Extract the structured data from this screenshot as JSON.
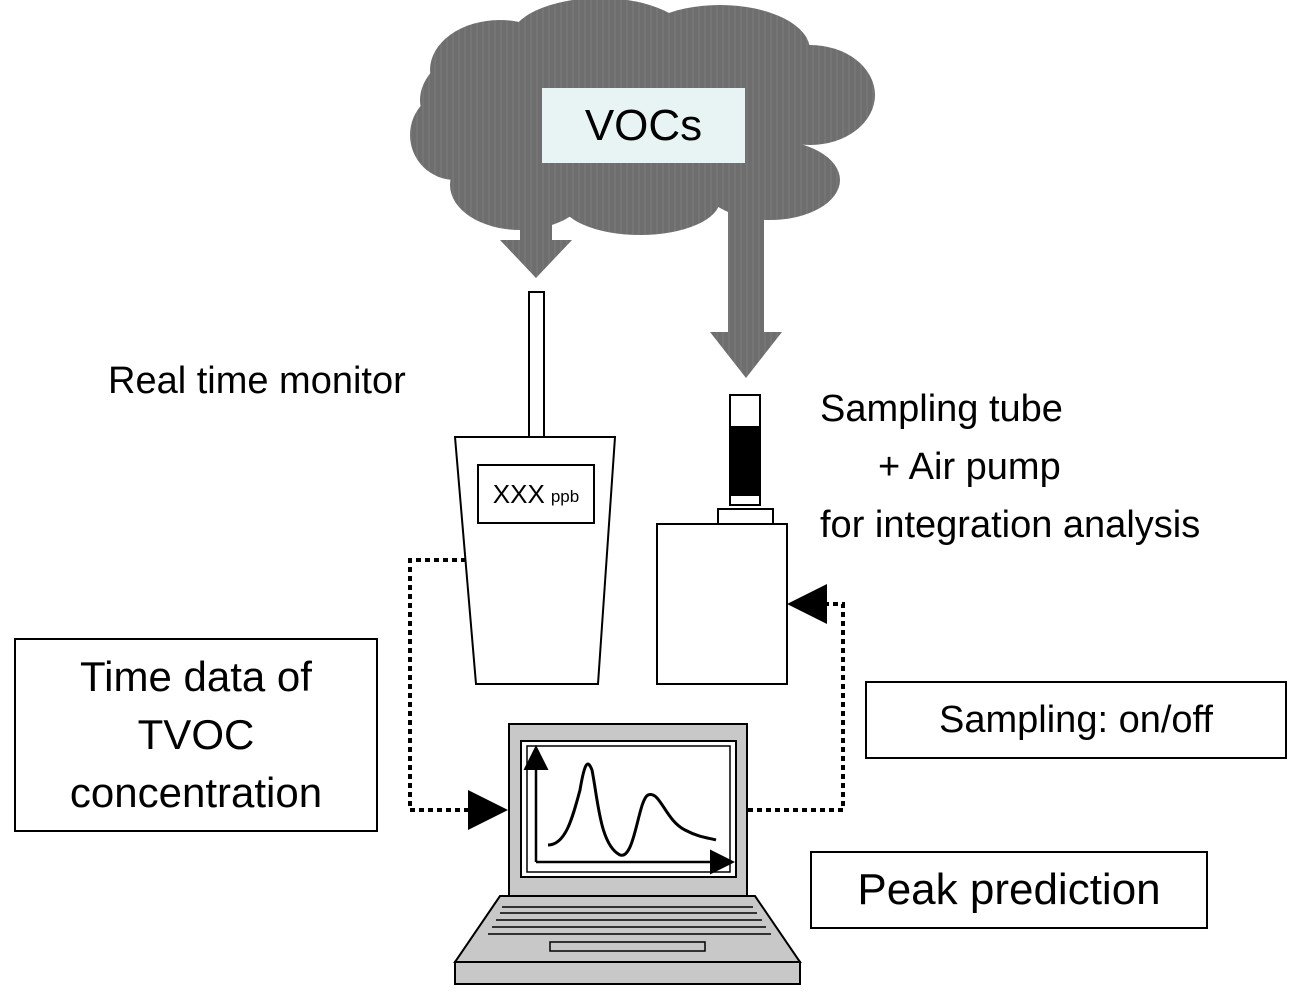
{
  "cloud": {
    "label": "VOCs",
    "fill_color": "#6e6e6e",
    "label_bg_color": "#e8f4f4"
  },
  "monitor": {
    "label": "Real time monitor",
    "display_value": "XXX",
    "display_unit": "ppb"
  },
  "sampler": {
    "label_lines": [
      "Sampling tube",
      "+ Air pump",
      "for integration analysis"
    ]
  },
  "boxes": {
    "time_data_lines": [
      "Time data of",
      "TVOC",
      "concentration"
    ],
    "sampling_control": "Sampling: on/off",
    "peak_prediction": "Peak prediction"
  },
  "colors": {
    "arrow_fill": "#7a7a7a",
    "laptop_fill": "#c8c8c8"
  }
}
